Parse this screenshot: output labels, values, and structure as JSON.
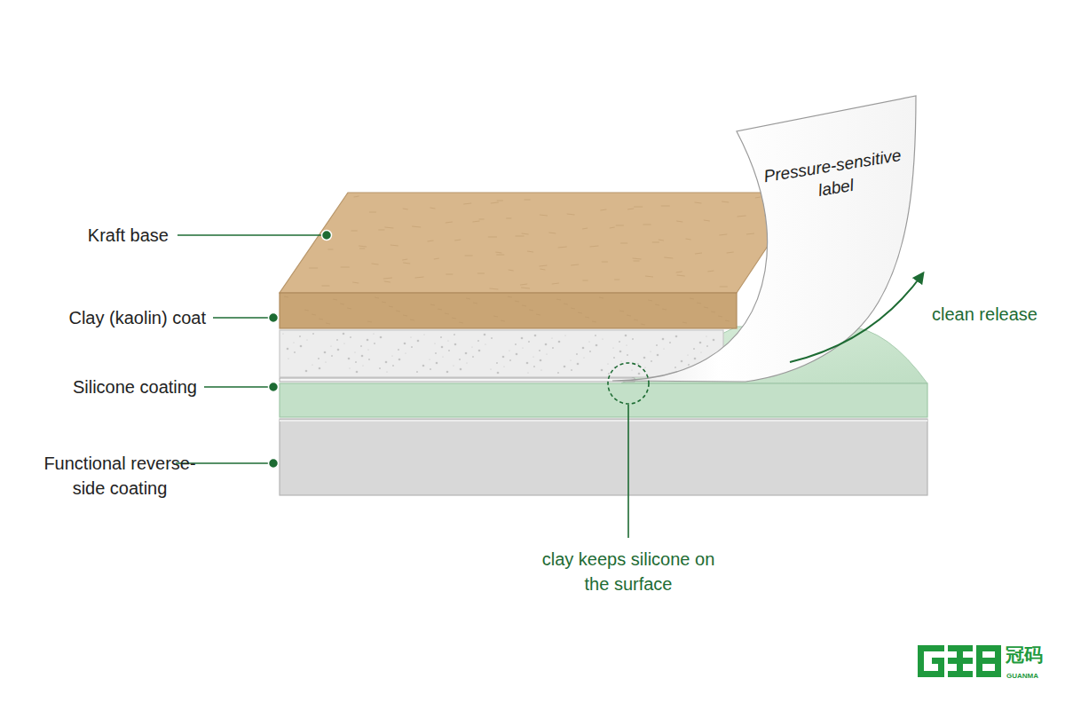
{
  "diagram": {
    "nodes": [
      {
        "text": [
          "Pressure-sensitive label"
        ]
      }
    ],
    "edges": [],
    "labels": [
      "Kraft base",
      "Clay (kaolin) coat",
      "Silicone coating",
      "Functional reverse-side coating",
      "clean release",
      "clay keeps silicone on the surface",
      "冠码",
      "GUANMA"
    ]
  }
}
